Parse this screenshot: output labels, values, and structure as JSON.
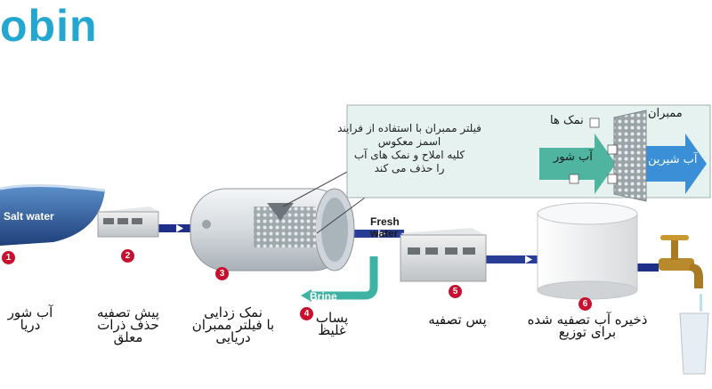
{
  "brand": {
    "logo_text": "obin",
    "color": "#23a7d0"
  },
  "colors": {
    "pipe": "#1e2f8a",
    "brine": "#3fb3a3",
    "step_number": "#c8102e",
    "callout_bg": "#e6f2ef",
    "salt_arrow": "#4fb5a0",
    "fresh_arrow": "#3a8fd6"
  },
  "labels": {
    "salt_water": "Salt water",
    "fresh_water_line1": "Fresh",
    "fresh_water_line2": "water",
    "brine": "Brine"
  },
  "steps": [
    {
      "number": "1",
      "caption": [
        "آب شور",
        "دریا"
      ]
    },
    {
      "number": "2",
      "caption": [
        "پیش تصفیه",
        "حذف ذرات",
        "معلق"
      ]
    },
    {
      "number": "3",
      "caption": [
        "نمک زدایی",
        "با فیلتر ممبران",
        "دریایی"
      ]
    },
    {
      "number": "4",
      "caption": [
        "پساب",
        "غلیظ"
      ]
    },
    {
      "number": "5",
      "caption": [
        "پس تصفیه"
      ]
    },
    {
      "number": "6",
      "caption": [
        "ذخیره آب تصفیه شده",
        "برای توزیع"
      ]
    }
  ],
  "callout": {
    "text": [
      "فیلتر ممبران با استفاده از فرایند",
      "اسمز معکوس",
      "کلیه املاح و نمک های آب",
      "را حذف می کند"
    ],
    "salt_water_label": "آب شور",
    "salts_label": "نمک ها",
    "membrane_label": "ممبران",
    "fresh_water_label": "آب شیرین"
  }
}
